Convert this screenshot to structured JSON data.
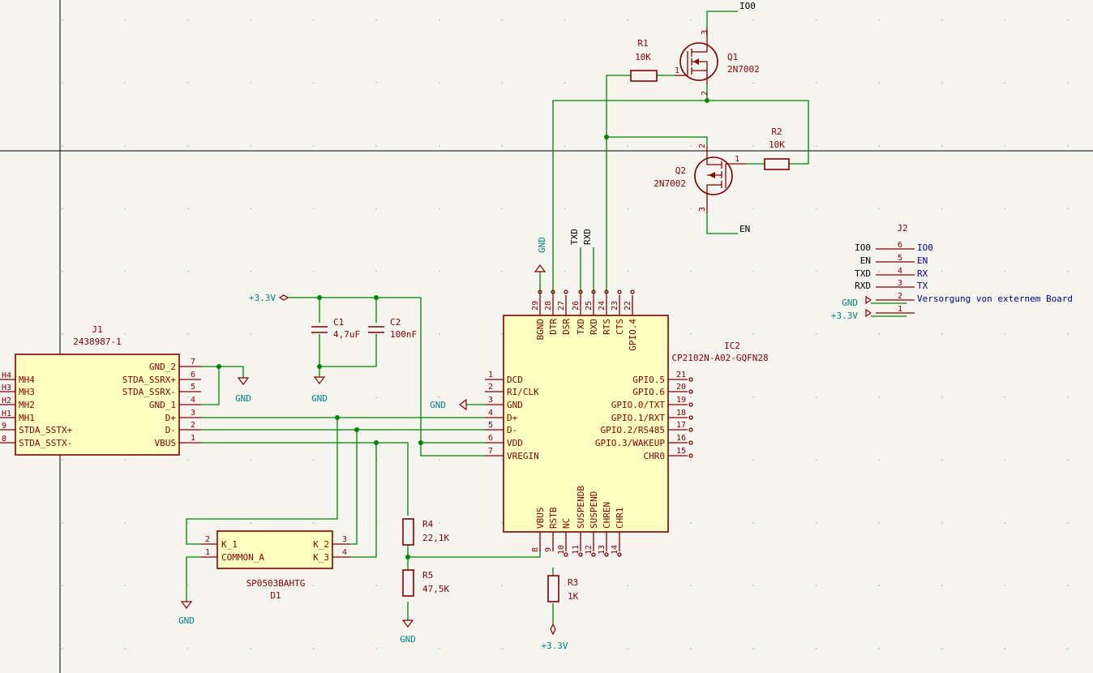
{
  "parts": {
    "j1": {
      "ref": "J1",
      "value": "2438987-1",
      "left_pins": [
        {
          "num": "H4",
          "name": "MH4"
        },
        {
          "num": "H3",
          "name": "MH3"
        },
        {
          "num": "H2",
          "name": "MH2"
        },
        {
          "num": "H1",
          "name": "MH1"
        },
        {
          "num": "9",
          "name": "STDA_SSTX+"
        },
        {
          "num": "8",
          "name": "STDA_SSTX-"
        }
      ],
      "right_pins": [
        {
          "num": "7",
          "name": "GND_2"
        },
        {
          "num": "6",
          "name": "STDA_SSRX+"
        },
        {
          "num": "5",
          "name": "STDA_SSRX-"
        },
        {
          "num": "4",
          "name": "GND_1"
        },
        {
          "num": "3",
          "name": "D+"
        },
        {
          "num": "2",
          "name": "D-"
        },
        {
          "num": "1",
          "name": "VBUS"
        }
      ]
    },
    "ic2": {
      "ref": "IC2",
      "value": "CP2102N-A02-GQFN28",
      "top_pins": [
        {
          "num": "29",
          "name": "BGND"
        },
        {
          "num": "28",
          "name": "DTR"
        },
        {
          "num": "27",
          "name": "DSR"
        },
        {
          "num": "26",
          "name": "TXD"
        },
        {
          "num": "25",
          "name": "RXD"
        },
        {
          "num": "24",
          "name": "RTS"
        },
        {
          "num": "23",
          "name": "CTS"
        },
        {
          "num": "22",
          "name": "GPIO.4"
        }
      ],
      "left_pins": [
        {
          "num": "1",
          "name": "DCD"
        },
        {
          "num": "2",
          "name": "RI/CLK"
        },
        {
          "num": "3",
          "name": "GND"
        },
        {
          "num": "4",
          "name": "D+"
        },
        {
          "num": "5",
          "name": "D-"
        },
        {
          "num": "6",
          "name": "VDD"
        },
        {
          "num": "7",
          "name": "VREGIN"
        }
      ],
      "right_pins": [
        {
          "num": "21",
          "name": "GPIO.5"
        },
        {
          "num": "20",
          "name": "GPIO.6"
        },
        {
          "num": "19",
          "name": "GPIO.0/TXT"
        },
        {
          "num": "18",
          "name": "GPIO.1/RXT"
        },
        {
          "num": "17",
          "name": "GPIO.2/RS485"
        },
        {
          "num": "16",
          "name": "GPIO.3/WAKEUP"
        },
        {
          "num": "15",
          "name": "CHR0"
        }
      ],
      "bottom_pins": [
        {
          "num": "8",
          "name": "VBUS"
        },
        {
          "num": "9",
          "name": "RSTB"
        },
        {
          "num": "10",
          "name": "NC"
        },
        {
          "num": "11",
          "name": "SUSPENDB"
        },
        {
          "num": "12",
          "name": "SUSPEND"
        },
        {
          "num": "13",
          "name": "CHREN"
        },
        {
          "num": "14",
          "name": "CHR1"
        }
      ]
    },
    "d1": {
      "ref": "D1",
      "value": "SP0503BAHTG",
      "pins": [
        {
          "num": "2",
          "name": "K_1"
        },
        {
          "num": "1",
          "name": "COMMON_A"
        },
        {
          "num": "3",
          "name": "K_2"
        },
        {
          "num": "4",
          "name": "K_3"
        }
      ]
    },
    "j2": {
      "ref": "J2",
      "rows": [
        {
          "num": "6",
          "net_left": "IO0",
          "net_right": "IO0"
        },
        {
          "num": "5",
          "net_left": "EN",
          "net_right": "EN"
        },
        {
          "num": "4",
          "net_left": "TXD",
          "net_right": "RX"
        },
        {
          "num": "3",
          "net_left": "RXD",
          "net_right": "TX"
        },
        {
          "num": "2",
          "net_left": "GND",
          "net_right": "Versorgung von externem Board"
        },
        {
          "num": "1",
          "net_left": "+3.3V",
          "net_right": ""
        }
      ]
    },
    "q1": {
      "ref": "Q1",
      "value": "2N7002",
      "pins": [
        "1",
        "2",
        "3"
      ]
    },
    "q2": {
      "ref": "Q2",
      "value": "2N7002",
      "pins": [
        "1",
        "2",
        "3"
      ]
    },
    "r1": {
      "ref": "R1",
      "value": "10K",
      "pin": "1"
    },
    "r2": {
      "ref": "R2",
      "value": "10K",
      "pin": "1"
    },
    "r3": {
      "ref": "R3",
      "value": "1K"
    },
    "r4": {
      "ref": "R4",
      "value": "22,1K"
    },
    "r5": {
      "ref": "R5",
      "value": "47,5K"
    },
    "c1": {
      "ref": "C1",
      "value": "4,7uF"
    },
    "c2": {
      "ref": "C2",
      "value": "100nF"
    }
  },
  "nets": {
    "io0": "IO0",
    "en": "EN",
    "txd": "TXD",
    "rxd": "RXD",
    "gnd": "GND",
    "v33": "+3.3V"
  },
  "colors": {
    "wire": "#008400",
    "symbol": "#840000",
    "fill": "#ffffc2",
    "note": "#000084",
    "background": "#f5f4ef"
  }
}
